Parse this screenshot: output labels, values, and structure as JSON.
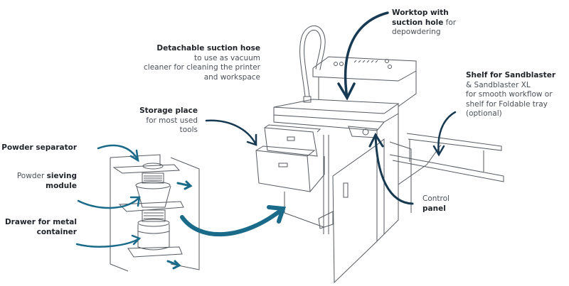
{
  "colors": {
    "navy_arrow": "#173a52",
    "teal_arrow": "#1a6a8a",
    "line_art": "#555a60",
    "bold_text": "#1f2329",
    "regular_text": "#4a4f57"
  },
  "labels": {
    "worktop": {
      "bold1": "Worktop with",
      "bold2": "suction hole",
      "rest2": " for",
      "rest3": "depowdering"
    },
    "hose": {
      "bold": "Detachable suction hose",
      "l2": "to use as vacuum",
      "l3": "cleaner for cleaning the printer",
      "l4": "and workspace"
    },
    "shelf": {
      "bold": "Shelf for Sandblaster",
      "l2": "& Sandblaster XL",
      "l3": "for smooth workflow or",
      "l4": "shelf for Foldable tray",
      "l5": "(optional)"
    },
    "storage": {
      "bold": "Storage place",
      "l2": "for most used",
      "l3": "tools"
    },
    "separator": {
      "bold": "Powder separator"
    },
    "sieving": {
      "regular": "Powder ",
      "bold1": "sieving",
      "bold2": "module"
    },
    "drawer": {
      "bold1": "Drawer for metal",
      "bold2": "container"
    },
    "control": {
      "regular": "Control",
      "bold": "panel"
    }
  }
}
